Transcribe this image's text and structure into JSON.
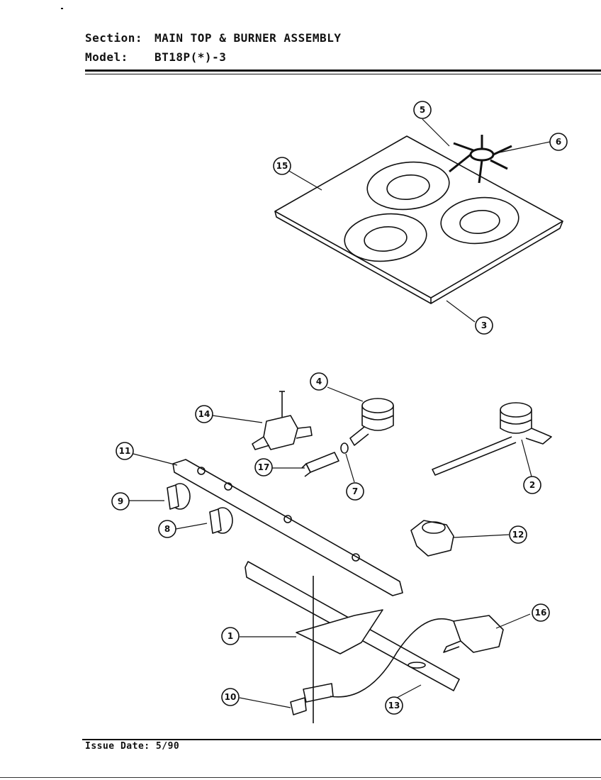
{
  "header": {
    "section_label": "Section:",
    "section_value": "MAIN TOP & BURNER ASSEMBLY",
    "model_label": "Model:",
    "model_value": "BT18P(*)-3"
  },
  "footer": {
    "issue_date": "Issue Date: 5/90"
  },
  "callouts": {
    "c1": "1",
    "c2": "2",
    "c3": "3",
    "c4": "4",
    "c5": "5",
    "c6": "6",
    "c7": "7",
    "c8": "8",
    "c9": "9",
    "c10": "10",
    "c11": "11",
    "c12": "12",
    "c13": "13",
    "c14": "14",
    "c15": "15",
    "c16": "16",
    "c17": "17"
  }
}
